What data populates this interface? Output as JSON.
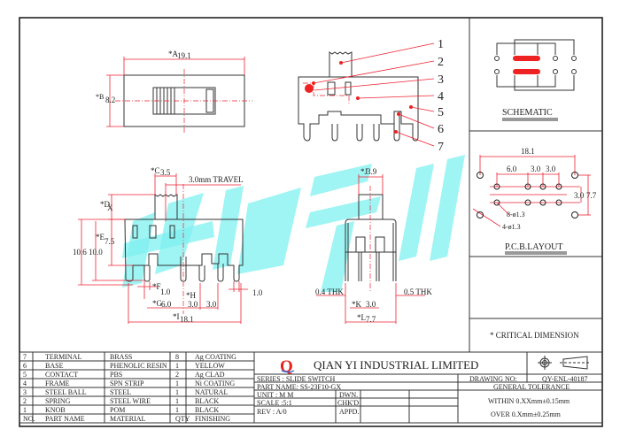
{
  "watermark": "乾熠实业",
  "top_view": {
    "dim_a_label": "*A",
    "dim_a": "19.1",
    "dim_b_label": "*B",
    "dim_b": "8.2"
  },
  "side_view": {
    "callouts": [
      "1",
      "2",
      "3",
      "4",
      "5",
      "6",
      "7"
    ]
  },
  "front_view": {
    "dim_c": "*C",
    "dim_c_val": "3.5",
    "travel": "3.0mm  TRAVEL",
    "dim_d": "*D",
    "dim_d_val": "X",
    "dim_e": "*E",
    "dim_e_val": "7.5",
    "h_total": "10.6",
    "h_body": "10.0",
    "dim_f": "*F",
    "dim_f_val": "1.0",
    "dim_right": "1.0",
    "dim_g": "*G",
    "dim_g_val": "6.0",
    "dim_h": "*H",
    "pitch1": "3.0",
    "pitch2": "3.0",
    "dim_i": "*I",
    "dim_i_val": "18.1"
  },
  "end_view": {
    "dim_j": "*J",
    "dim_j_val": "3.9",
    "thk_left": "0.4 THK",
    "thk_right": "0.5 THK",
    "dim_k": "*K",
    "dim_k_val": "3.0",
    "dim_l": "*L",
    "dim_l_val": "7.7"
  },
  "schematic": {
    "title": "SCHEMATIC"
  },
  "pcb": {
    "title": "P.C.B.LAYOUT",
    "width": "18.1",
    "d1": "6.0",
    "d2": "3.0",
    "d3": "3.0",
    "v1": "3.0",
    "v2": "7.7",
    "holes_small": "8-ø1.3",
    "holes_large": "4-ø1.3"
  },
  "critical": "* CRITICAL DIMENSION",
  "parts": {
    "headers": [
      "NO.",
      "PART NAME",
      "MATERIAL",
      "QTY",
      "FINISHING"
    ],
    "rows": [
      [
        "7",
        "TERMINAL",
        "BRASS",
        "8",
        "Ag COATING"
      ],
      [
        "6",
        "BASE",
        "PHENOLIC RESIN",
        "1",
        "YELLOW"
      ],
      [
        "5",
        "CONTACT",
        "PBS",
        "2",
        "Ag CLAD"
      ],
      [
        "4",
        "FRAME",
        "SPN STRIP",
        "1",
        "Ni COATING"
      ],
      [
        "3",
        "STEEL BALL",
        "STEEL",
        "1",
        "NATURAL"
      ],
      [
        "2",
        "SPRING",
        "STEEL WIRE",
        "1",
        "BLACK"
      ],
      [
        "1",
        "KNOB",
        "POM",
        "1",
        "BLACK"
      ]
    ]
  },
  "title_block": {
    "company": "QIAN  YI  INDUSTRIAL  LIMITED",
    "logo_letter": "Q",
    "series": "SERIES : SLIDE SWITCH",
    "part_name": "PART NAME: SS-23F10-GX",
    "unit": "UNIT  : M M",
    "scale": "SCALE :5:1",
    "rev": "REV   : A/0",
    "dwn": "DWN.",
    "chkd": "CHK'D",
    "appd": "APPD.",
    "drawing_no_label": "DRAWING NO:",
    "drawing_no": "QY-ENL-40187",
    "general_tolerance": "GENERAL TOLERANCE",
    "within": "WITHIN 0.XXmm±0.15mm",
    "over": "OVER   0.Xmm±0.25mm"
  },
  "colors": {
    "dimension": "#ee2233",
    "watermark": "#7ff0f0",
    "logo": "#e8201c"
  }
}
